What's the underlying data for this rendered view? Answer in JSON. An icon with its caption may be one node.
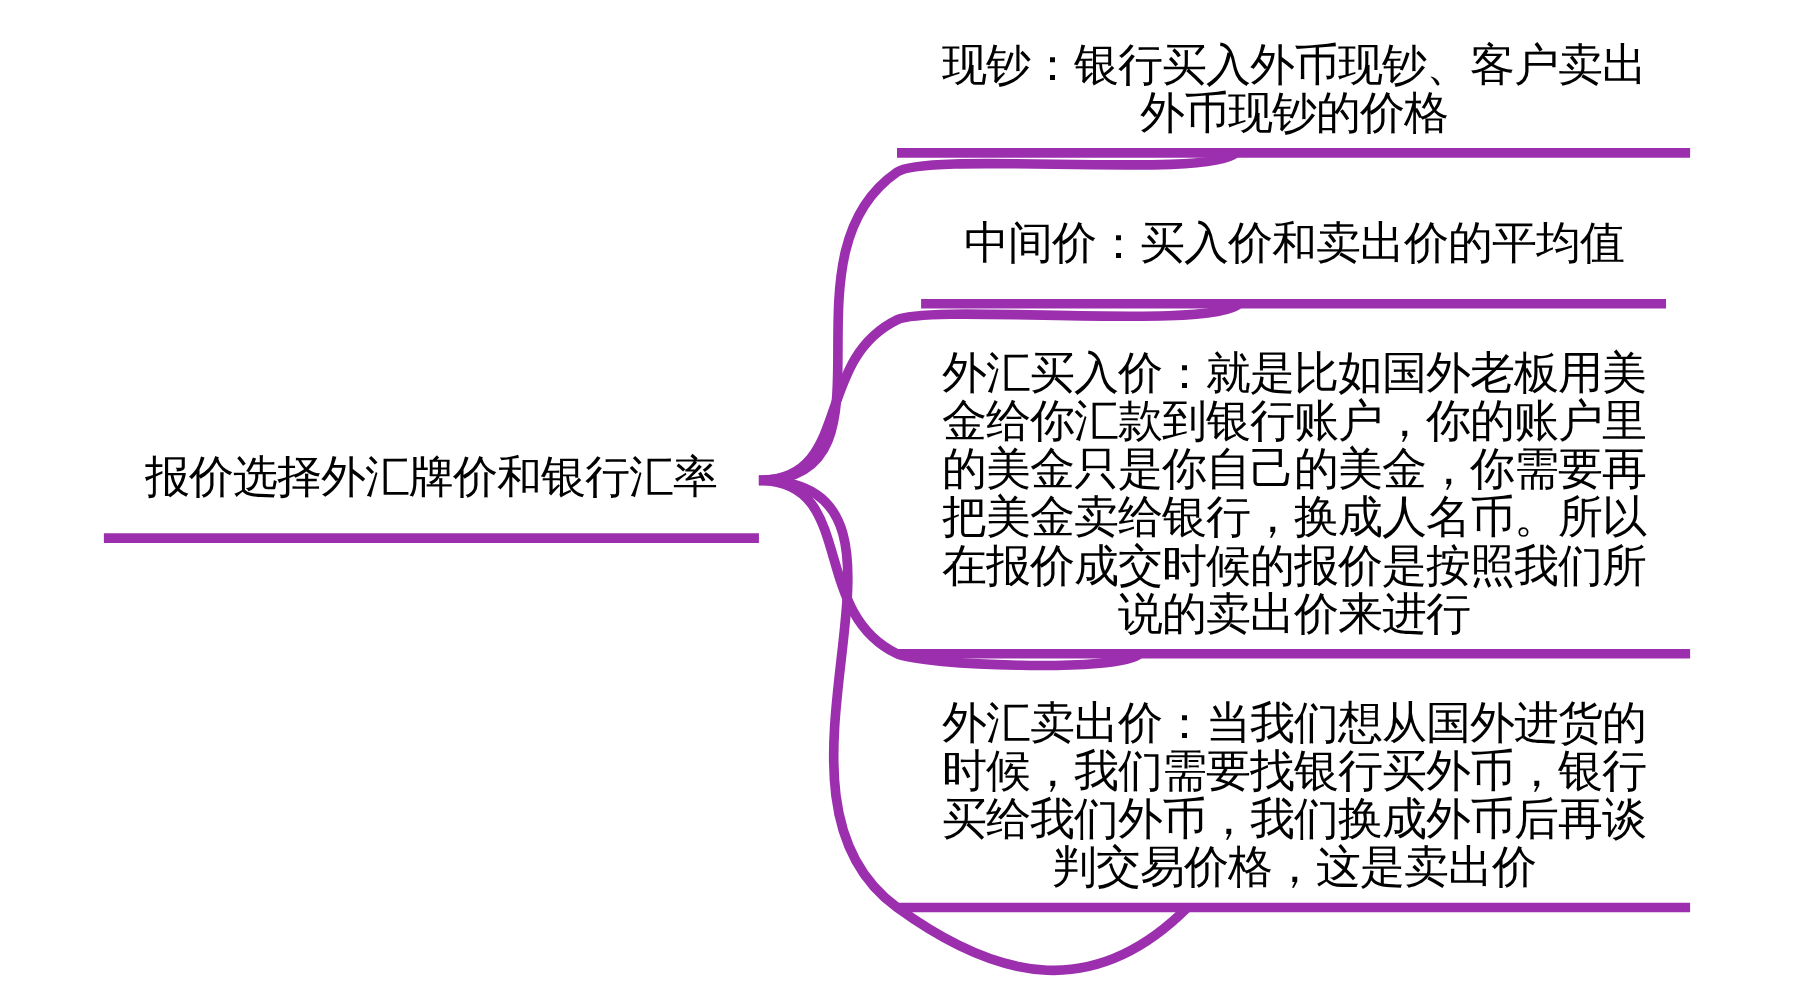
{
  "diagram": {
    "nodes": [
      {
        "text": [
          "报价选择外汇牌价和银行汇率"
        ]
      },
      {
        "text": [
          "现钞：银行买入外币现钞、客户卖出外币现钞的价格"
        ]
      },
      {
        "text": [
          "中间价：买入价和卖出价的平均值"
        ]
      },
      {
        "text": [
          "外汇买入价：就是比如国外老板用美金给你汇款到银行账户，你的账户里的美金只是你自己的美金，你需要再把美金卖给银行，换成人名币。所以在报价成交时候的报价是按照我们所说的卖出价来进行"
        ]
      },
      {
        "text": [
          "外汇卖出价：当我们想从国外进货的时候，我们需要找银行买外币，银行买给我们外币，我们换成外币后再谈判交易价格，这是卖出价"
        ]
      }
    ],
    "edges": [
      {
        "from": 0,
        "to": 1,
        "arrow": "none"
      },
      {
        "from": 0,
        "to": 2,
        "arrow": "none"
      },
      {
        "from": 0,
        "to": 3,
        "arrow": "none"
      },
      {
        "from": 0,
        "to": 4,
        "arrow": "none"
      }
    ]
  }
}
